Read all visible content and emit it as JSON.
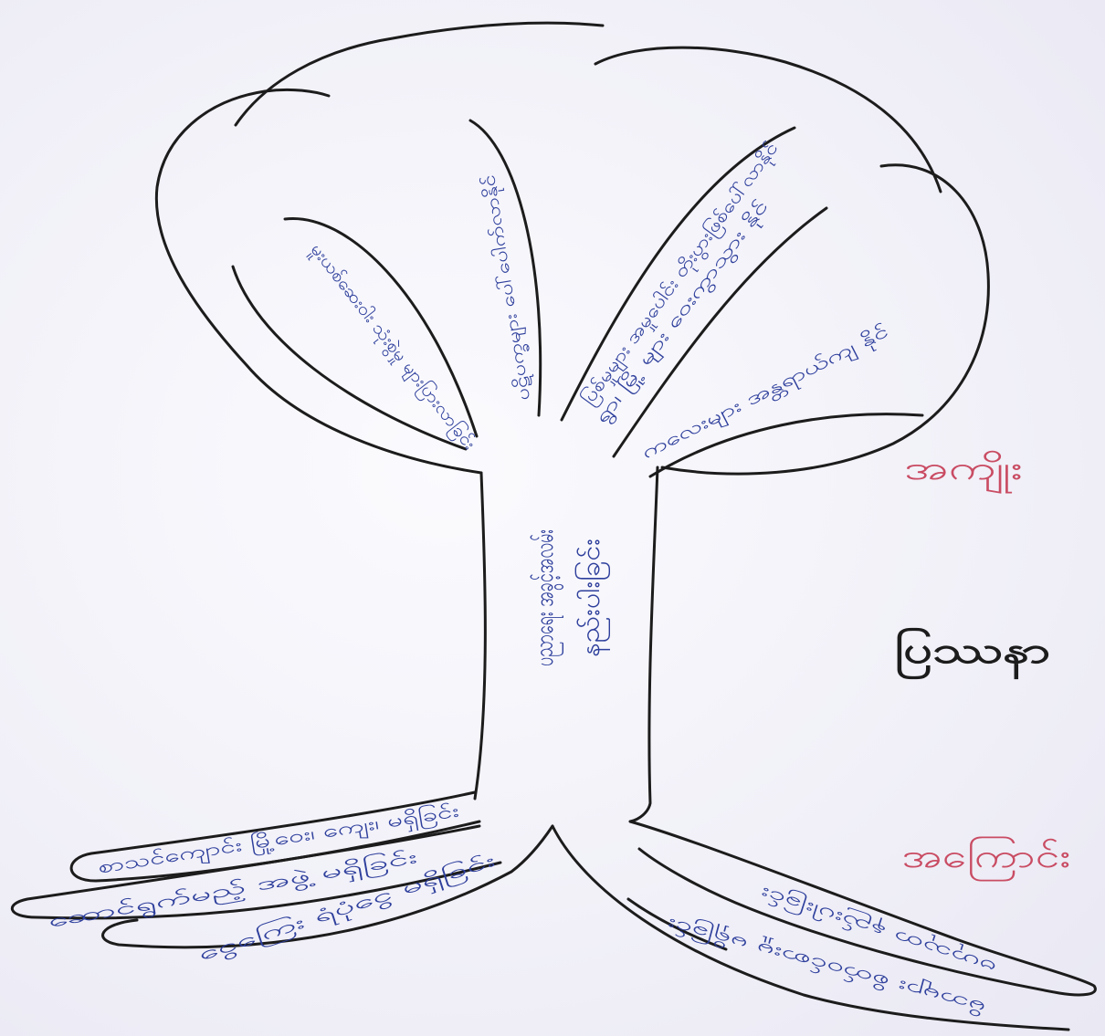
{
  "diagram": {
    "side_labels": {
      "effects": "အကျိုး",
      "problem": "ပြဿနာ",
      "causes": "အကြောင်း"
    },
    "core_problem": [
      "ပညာရေး အခွင့်အလမ်း",
      "နည်းပါးခြင်း"
    ],
    "effects": [
      "မူးယစ်ဆေးဝါး သုံးစွဲမှု များပြားလာခြင်း",
      "ပဋိပက္ခများ ပေါ်ပေါက်လာနိုင်",
      "ပြစ်မှုများ အမှုပေါင်း တိုးပွားဖြစ်ပေါ်လာနိုင်",
      "ရွာ၊ မြို့ များ ဝေးကွာသွား နိုင်",
      "ကလေးများ အန္တရာယ်ကျ နိုင်"
    ],
    "causes": [
      "စာသင်ကျောင်း မြို့ဝေး၊ ကျေး၊ မရှိခြင်း",
      "ဆောင်ရွက်မည့် အဖွဲ့ မရှိခြင်း",
      "ငွေကြေး ရံပုံငွေ မရှိခြင်း",
      "ဗဟုသုတ နည်းပါးခြင်း",
      "မိဘများ စိတ်ဝင်စားမှု မရှိခြင်း"
    ]
  },
  "colors": {
    "ink_blue": "#2e3f9c",
    "ink_red": "#c94c63",
    "ink_black": "#1c1c1c",
    "paper": "#f2f1f8"
  }
}
